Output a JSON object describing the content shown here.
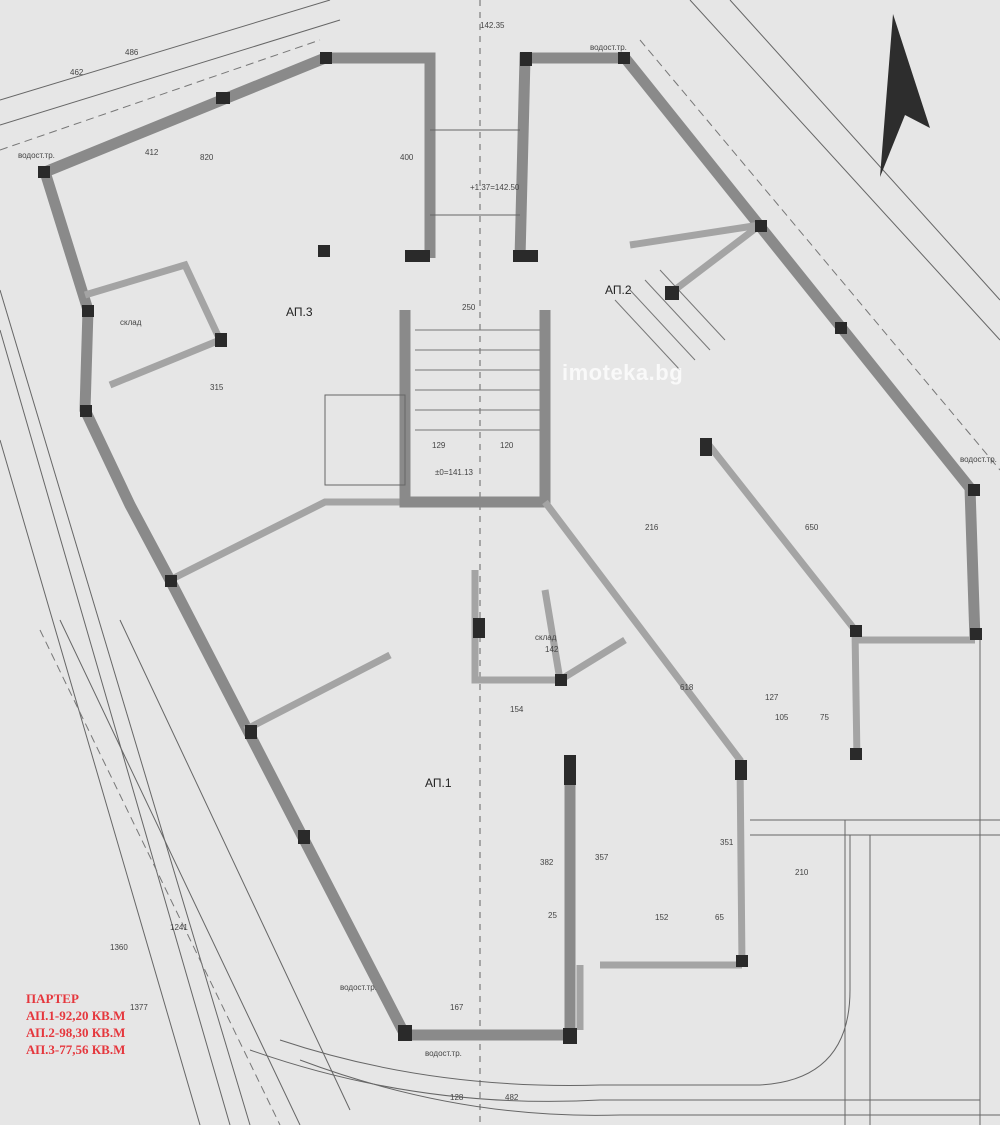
{
  "plan": {
    "apartments": [
      {
        "label": "АП.1"
      },
      {
        "label": "АП.2"
      },
      {
        "label": "АП.3"
      }
    ],
    "room_labels": [
      "склад",
      "склад"
    ],
    "dimensions": [
      "142.35",
      "486",
      "462",
      "412",
      "820",
      "482",
      "128",
      "167",
      "154",
      "152",
      "210",
      "216",
      "315",
      "400",
      "250",
      "129",
      "120",
      "142",
      "127",
      "105",
      "75",
      "65",
      "25",
      "357",
      "382",
      "351",
      "618",
      "650",
      "1377",
      "1360",
      "1241",
      "±0=141.13",
      "+1.37=142.50"
    ],
    "wall_notes": [
      "водост.тр.",
      "водост.тр.",
      "водост.тр.",
      "водост.тр.",
      "водост.тр."
    ]
  },
  "legend": {
    "title": "ПАРТЕР",
    "lines": [
      "АП.1-92,20 КВ.М",
      "АП.2-98,30 КВ.М",
      "АП.3-77,56 КВ.М"
    ]
  },
  "watermark": "imoteka.bg",
  "colors": {
    "legend": "#e5373d",
    "walls": "#8a8a8a"
  }
}
